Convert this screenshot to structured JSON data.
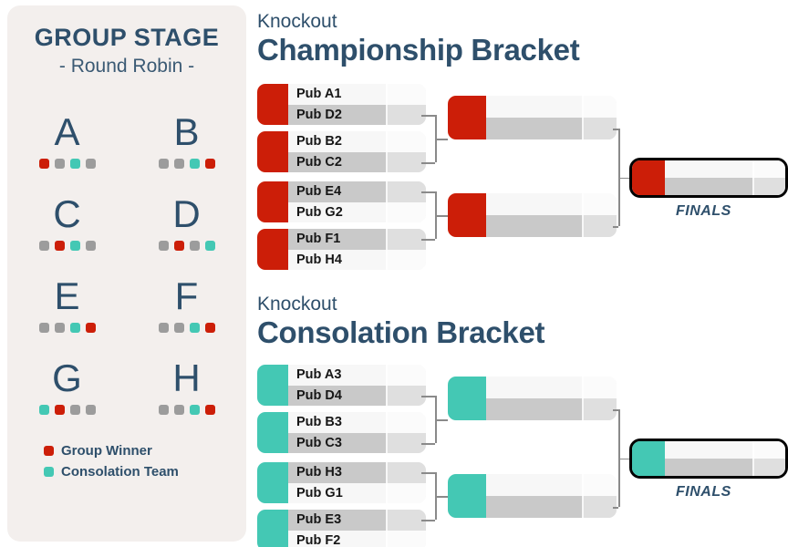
{
  "sidebar": {
    "title": "GROUP STAGE",
    "subtitle": "- Round Robin -",
    "groups": [
      {
        "letter": "A",
        "dots": [
          "red",
          "gray",
          "teal",
          "gray"
        ]
      },
      {
        "letter": "B",
        "dots": [
          "gray",
          "gray",
          "teal",
          "red"
        ]
      },
      {
        "letter": "C",
        "dots": [
          "gray",
          "red",
          "teal",
          "gray"
        ]
      },
      {
        "letter": "D",
        "dots": [
          "gray",
          "red",
          "gray",
          "teal"
        ]
      },
      {
        "letter": "E",
        "dots": [
          "gray",
          "gray",
          "teal",
          "red"
        ]
      },
      {
        "letter": "F",
        "dots": [
          "gray",
          "gray",
          "teal",
          "red"
        ]
      },
      {
        "letter": "G",
        "dots": [
          "teal",
          "red",
          "gray",
          "gray"
        ]
      },
      {
        "letter": "H",
        "dots": [
          "gray",
          "gray",
          "teal",
          "red"
        ]
      }
    ],
    "legend": [
      {
        "color": "red",
        "label": "Group Winner"
      },
      {
        "color": "teal",
        "label": "Consolation Team"
      }
    ]
  },
  "championship": {
    "kicker": "Knockout",
    "title": "Championship Bracket",
    "accent": "#CC1E08",
    "finals_label": "FINALS",
    "round1": [
      {
        "top": "Pub A1",
        "bottom": "Pub D2",
        "dark": "bottom"
      },
      {
        "top": "Pub B2",
        "bottom": "Pub C2",
        "dark": "bottom"
      },
      {
        "top": "Pub E4",
        "bottom": "Pub G2",
        "dark": "top"
      },
      {
        "top": "Pub F1",
        "bottom": "Pub H4",
        "dark": "top"
      }
    ],
    "semis": [
      {
        "top": "",
        "bottom": "",
        "dark": "bottom"
      },
      {
        "top": "",
        "bottom": "",
        "dark": "bottom"
      }
    ],
    "final": {
      "top": "",
      "bottom": "",
      "dark": "bottom"
    }
  },
  "consolation": {
    "kicker": "Knockout",
    "title": "Consolation Bracket",
    "accent": "#44C8B4",
    "finals_label": "FINALS",
    "round1": [
      {
        "top": "Pub A3",
        "bottom": "Pub D4",
        "dark": "bottom"
      },
      {
        "top": "Pub B3",
        "bottom": "Pub C3",
        "dark": "bottom"
      },
      {
        "top": "Pub H3",
        "bottom": "Pub G1",
        "dark": "top"
      },
      {
        "top": "Pub E3",
        "bottom": "Pub F2",
        "dark": "top"
      }
    ],
    "semis": [
      {
        "top": "",
        "bottom": "",
        "dark": "bottom"
      },
      {
        "top": "",
        "bottom": "",
        "dark": "bottom"
      }
    ],
    "final": {
      "top": "",
      "bottom": "",
      "dark": "bottom"
    }
  },
  "colors": {
    "navy": "#2E4F6B",
    "red": "#CC1E08",
    "teal": "#44C8B4",
    "gray_dot": "#9C9C9C",
    "panel_bg": "#F3EFED"
  }
}
